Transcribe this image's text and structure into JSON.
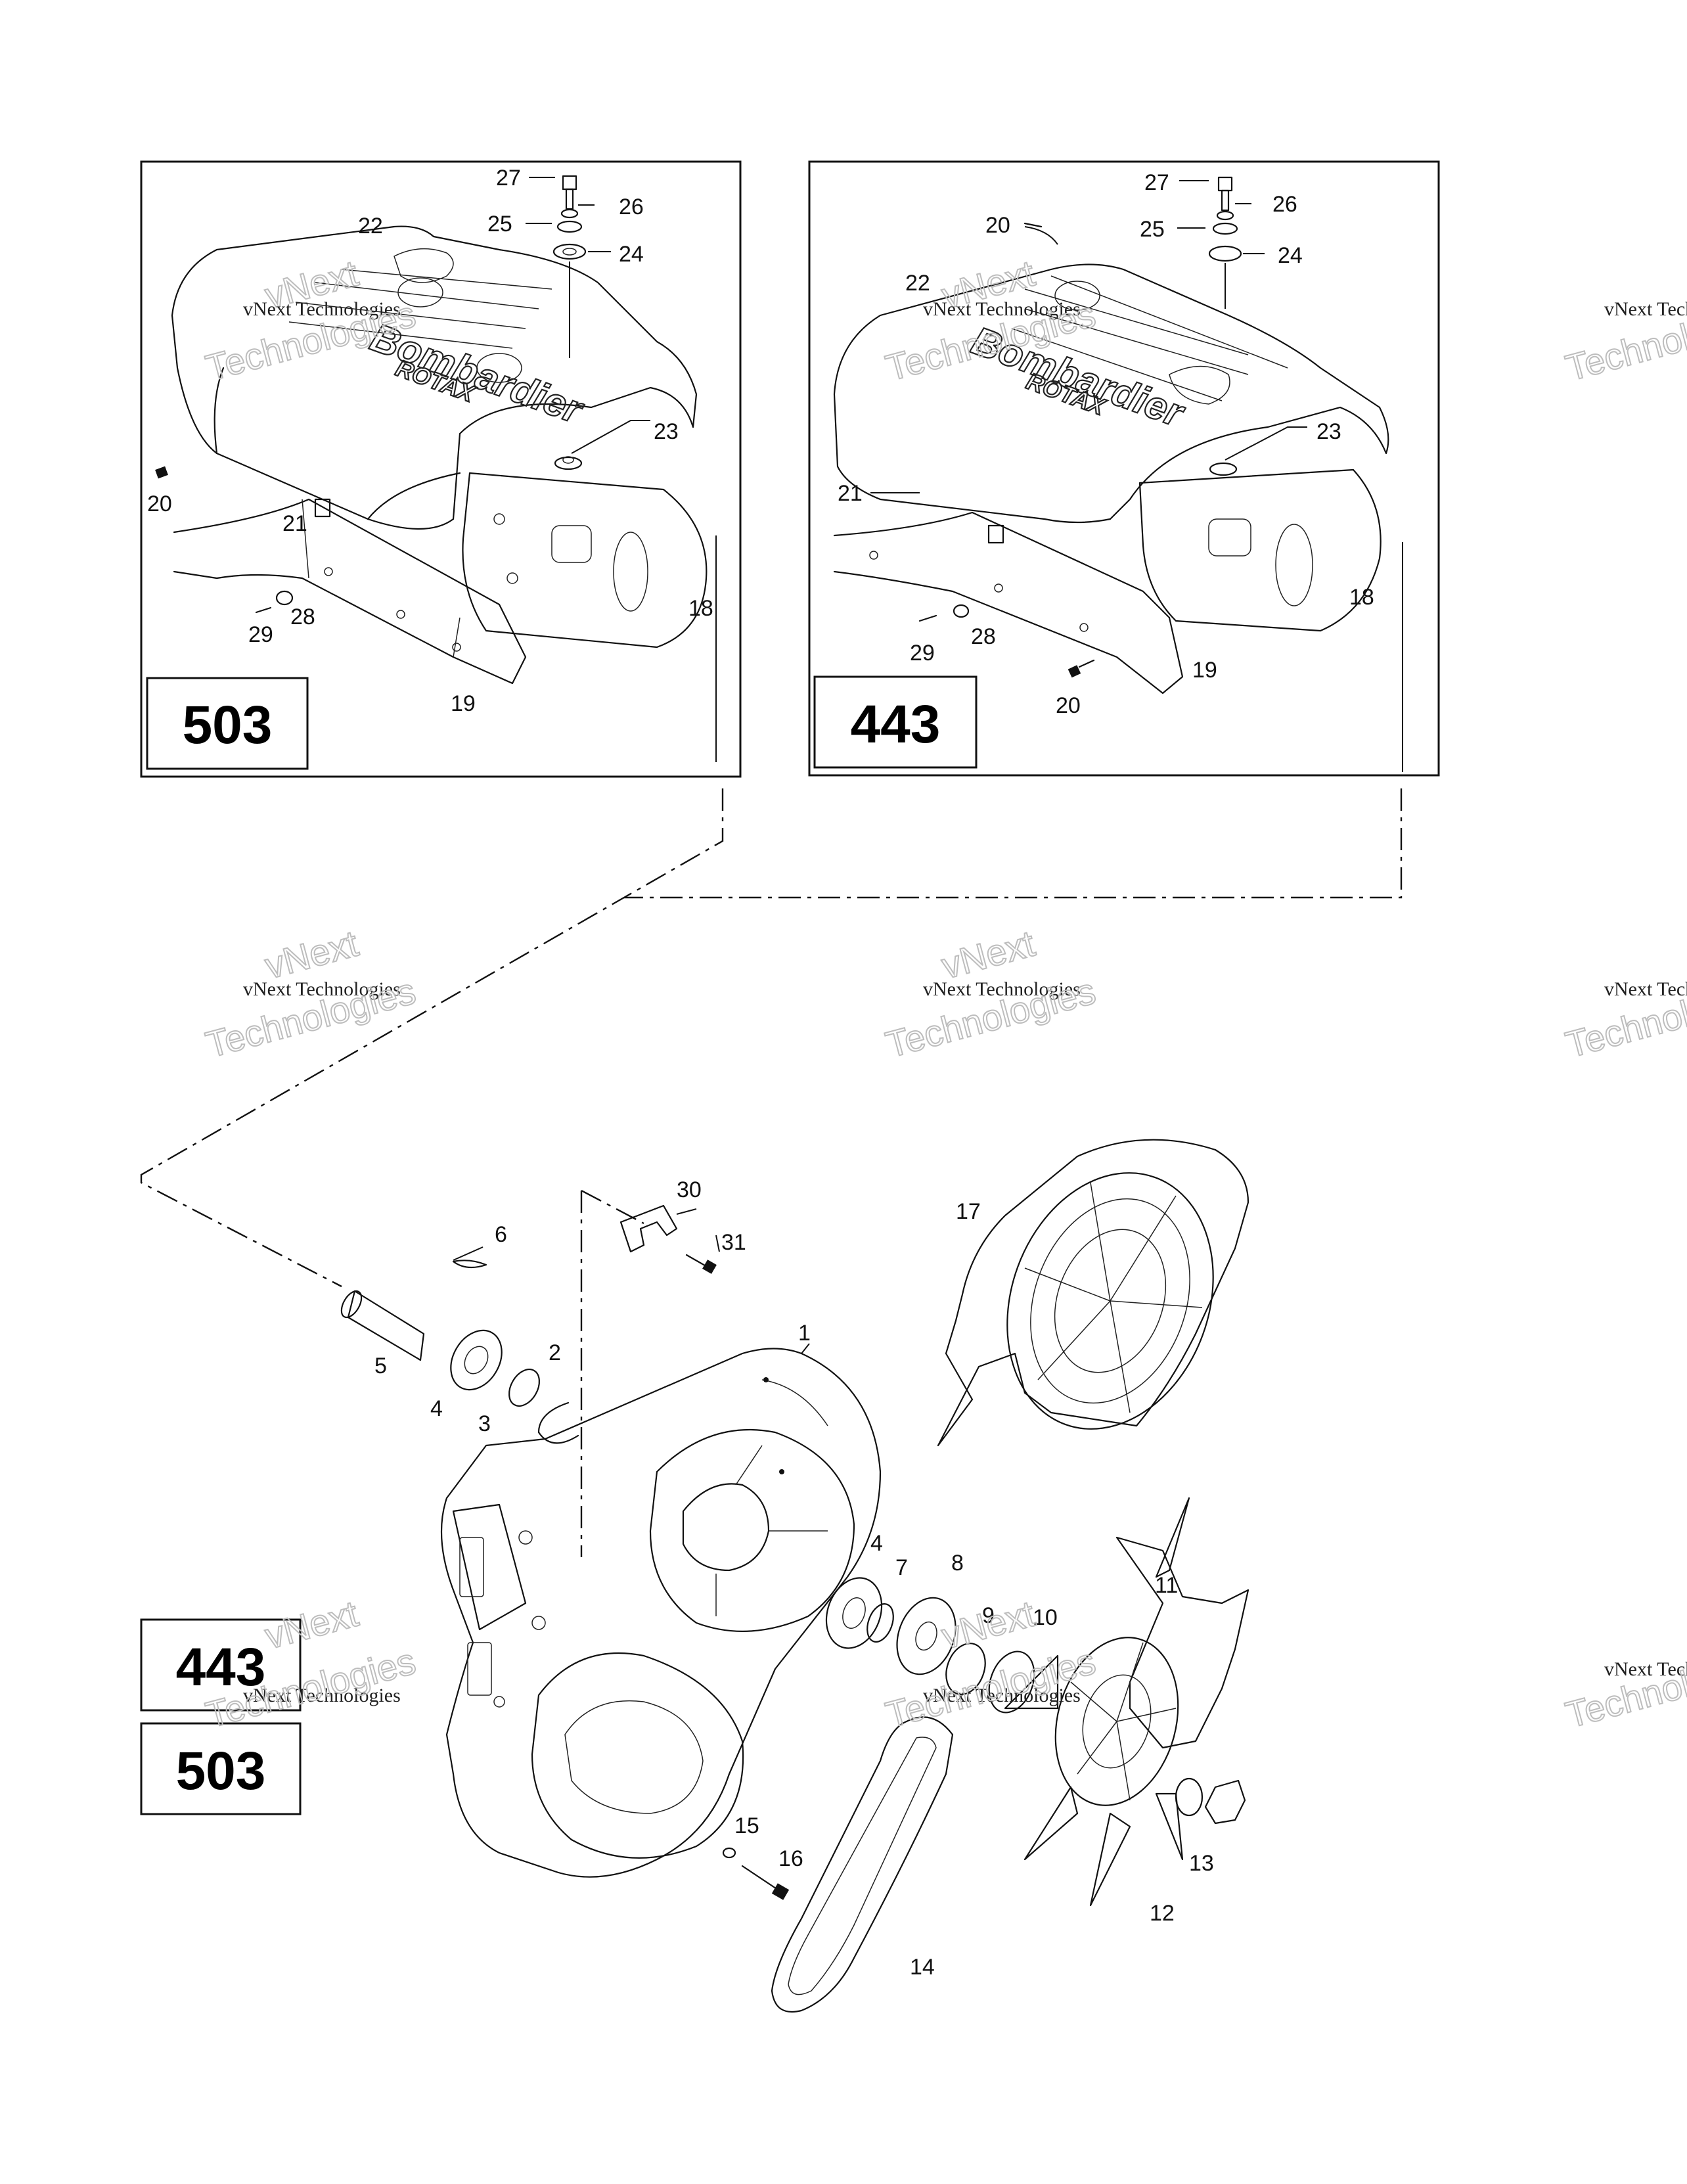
{
  "models": {
    "inset_left": "503",
    "inset_right": "443",
    "main_top": "443",
    "main_bottom": "503"
  },
  "cover_brand": {
    "line1": "Bombardier",
    "line2": "ROTAX"
  },
  "watermark": {
    "line1": "vNext Technologies",
    "line2": "vNext",
    "line3": "Technologies"
  },
  "parts": {
    "p1": "1",
    "p2": "2",
    "p3": "3",
    "p4": "4",
    "p4b": "4",
    "p5": "5",
    "p6": "6",
    "p7": "7",
    "p8": "8",
    "p9": "9",
    "p10": "10",
    "p11": "11",
    "p12": "12",
    "p13": "13",
    "p14": "14",
    "p15": "15",
    "p16": "16",
    "p17": "17",
    "p18": "18",
    "p19": "19",
    "p20": "20",
    "p21": "21",
    "p22": "22",
    "p23": "23",
    "p24": "24",
    "p25": "25",
    "p26": "26",
    "p27": "27",
    "p28": "28",
    "p29": "29",
    "p30": "30",
    "p31": "31"
  }
}
